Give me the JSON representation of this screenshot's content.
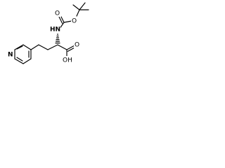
{
  "molecule": {
    "atoms": {
      "nitrogen_amine": "HN",
      "oxygen_carbamate_carbonyl": "O",
      "oxygen_carbamate_ester": "O",
      "oxygen_acid_carbonyl": "O",
      "oxygen_acid_hydroxyl": "OH",
      "nitrogen_pyridine": "N"
    },
    "colors": {
      "bond": "#000000",
      "label": "#000000",
      "background": "#ffffff"
    }
  }
}
